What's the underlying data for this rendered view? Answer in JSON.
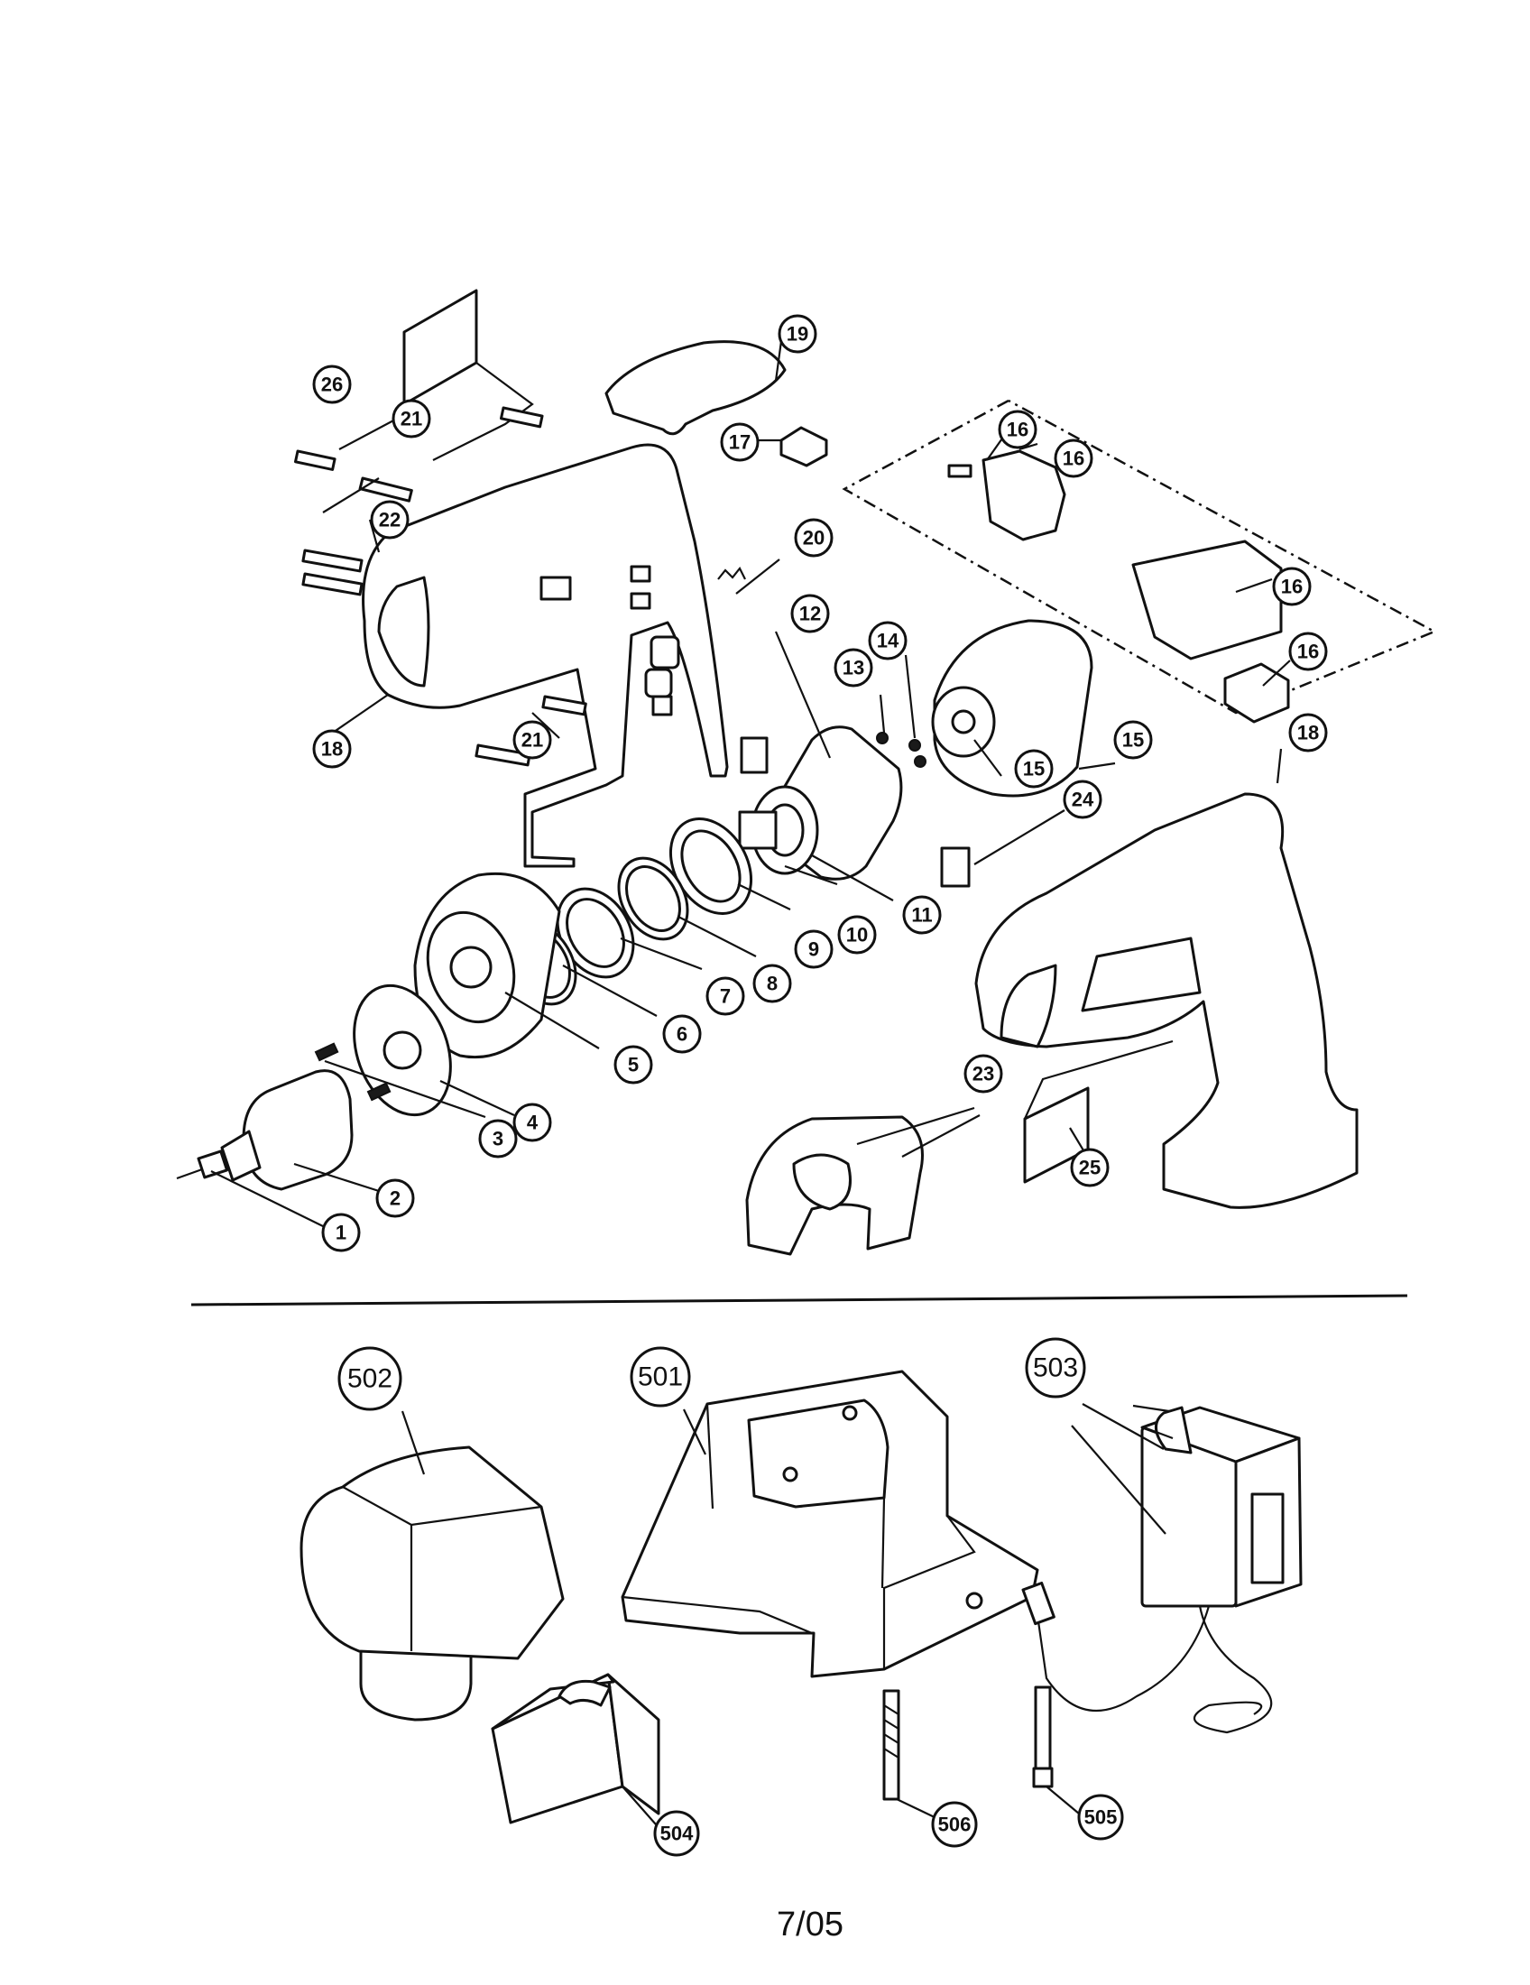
{
  "callouts": [
    {
      "id": "c1",
      "label": "1"
    },
    {
      "id": "c2",
      "label": "2"
    },
    {
      "id": "c3",
      "label": "3"
    },
    {
      "id": "c4",
      "label": "4"
    },
    {
      "id": "c5",
      "label": "5"
    },
    {
      "id": "c6",
      "label": "6"
    },
    {
      "id": "c7",
      "label": "7"
    },
    {
      "id": "c8",
      "label": "8"
    },
    {
      "id": "c9",
      "label": "9"
    },
    {
      "id": "c10",
      "label": "10"
    },
    {
      "id": "c11",
      "label": "11"
    },
    {
      "id": "c12",
      "label": "12"
    },
    {
      "id": "c13",
      "label": "13"
    },
    {
      "id": "c14",
      "label": "14"
    },
    {
      "id": "c15a",
      "label": "15"
    },
    {
      "id": "c15b",
      "label": "15"
    },
    {
      "id": "c16a",
      "label": "16"
    },
    {
      "id": "c16b",
      "label": "16"
    },
    {
      "id": "c16c",
      "label": "16"
    },
    {
      "id": "c16d",
      "label": "16"
    },
    {
      "id": "c17",
      "label": "17"
    },
    {
      "id": "c18a",
      "label": "18"
    },
    {
      "id": "c18b",
      "label": "18"
    },
    {
      "id": "c19",
      "label": "19"
    },
    {
      "id": "c20",
      "label": "20"
    },
    {
      "id": "c21a",
      "label": "21"
    },
    {
      "id": "c21b",
      "label": "21"
    },
    {
      "id": "c22",
      "label": "22"
    },
    {
      "id": "c23",
      "label": "23"
    },
    {
      "id": "c24",
      "label": "24"
    },
    {
      "id": "c25",
      "label": "25"
    },
    {
      "id": "c26",
      "label": "26"
    },
    {
      "id": "c501",
      "label": "501"
    },
    {
      "id": "c502",
      "label": "502"
    },
    {
      "id": "c503",
      "label": "503"
    },
    {
      "id": "c504",
      "label": "504"
    },
    {
      "id": "c505",
      "label": "505"
    },
    {
      "id": "c506",
      "label": "506"
    }
  ],
  "footer": {
    "page_code": "7/05"
  }
}
